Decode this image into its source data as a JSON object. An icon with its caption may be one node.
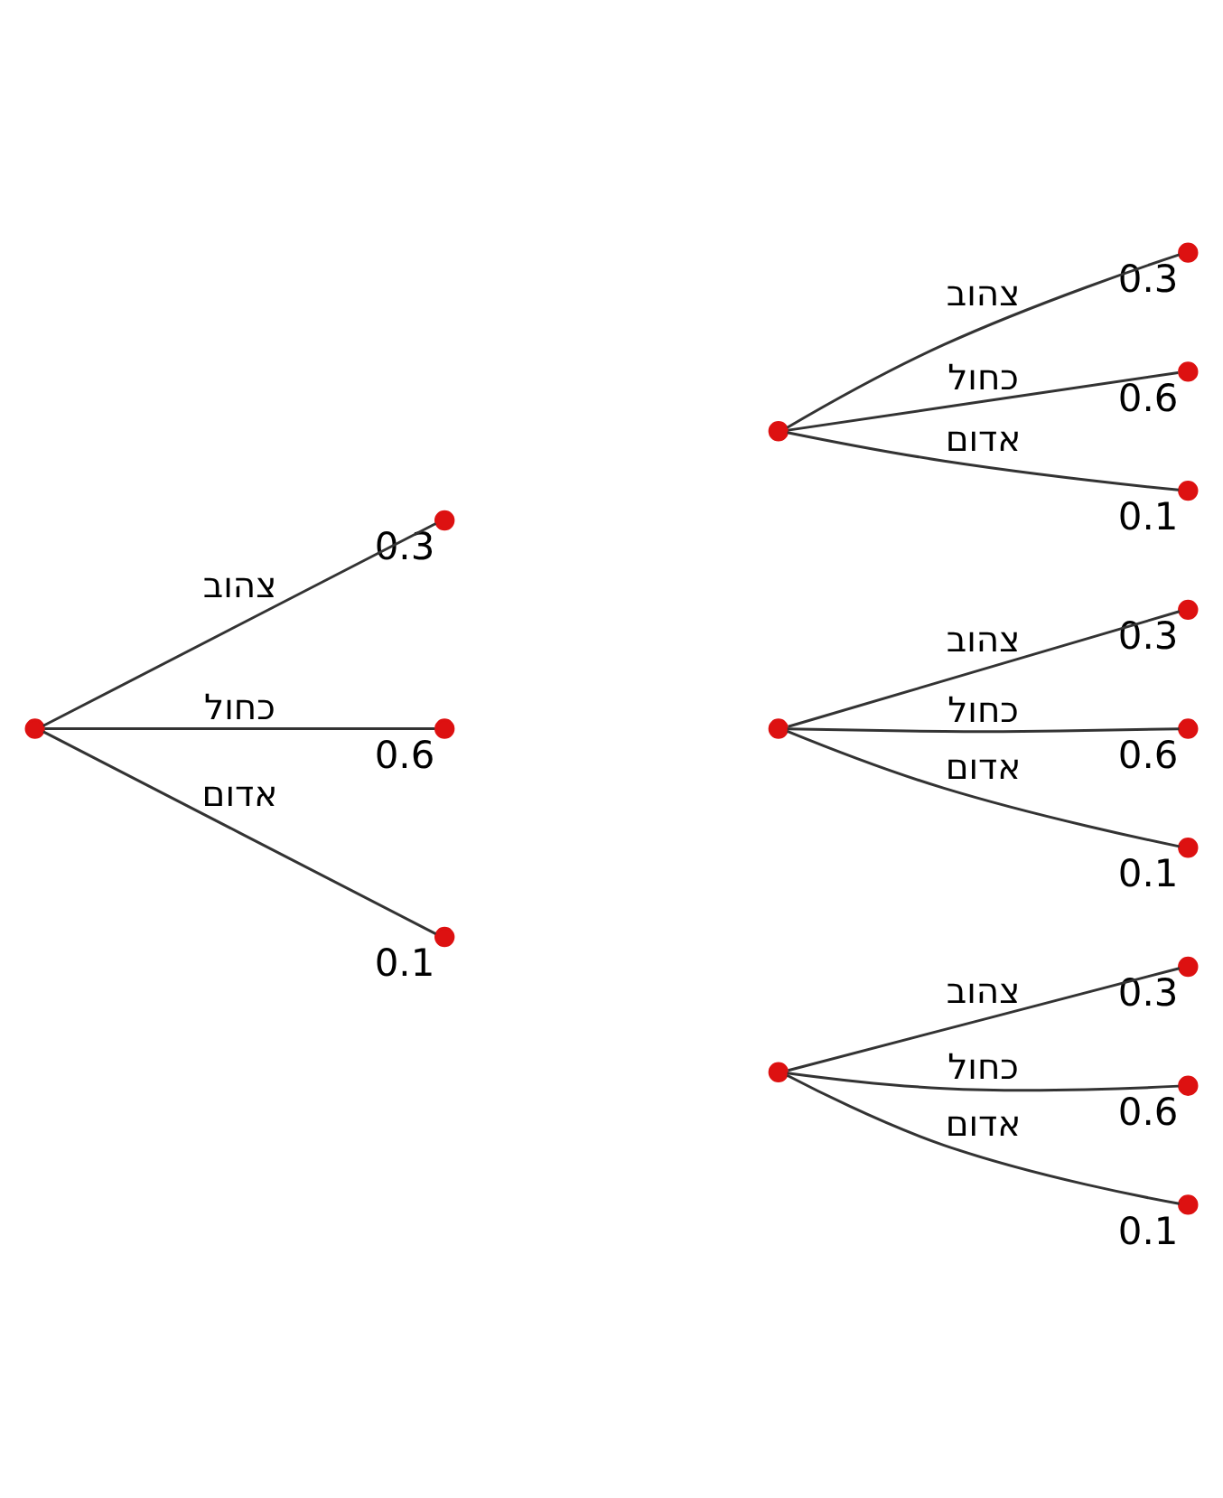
{
  "diagram": {
    "nodes": [
      {
        "text": [],
        "shape": "circle"
      },
      {
        "text": [],
        "shape": "circle",
        "beside": [
          "0.3"
        ]
      },
      {
        "text": [],
        "shape": "circle"
      },
      {
        "text": [],
        "shape": "circle",
        "beside": [
          "0.3"
        ]
      },
      {
        "text": [],
        "shape": "circle",
        "beside": [
          "0.6"
        ]
      },
      {
        "text": [],
        "shape": "circle",
        "beside": [
          "0.1"
        ]
      },
      {
        "text": [],
        "shape": "circle",
        "beside": [
          "0.6"
        ]
      },
      {
        "text": [],
        "shape": "circle"
      },
      {
        "text": [],
        "shape": "circle",
        "beside": [
          "0.3"
        ]
      },
      {
        "text": [],
        "shape": "circle",
        "beside": [
          "0.6"
        ]
      },
      {
        "text": [],
        "shape": "circle",
        "beside": [
          "0.1"
        ]
      },
      {
        "text": [],
        "shape": "circle",
        "beside": [
          "0.1"
        ]
      },
      {
        "text": [],
        "shape": "circle"
      },
      {
        "text": [],
        "shape": "circle",
        "beside": [
          "0.3"
        ]
      },
      {
        "text": [],
        "shape": "circle",
        "beside": [
          "0.6"
        ]
      },
      {
        "text": [],
        "shape": "circle",
        "beside": [
          "0.1"
        ]
      }
    ],
    "edges": [
      {
        "from": 0,
        "to": 1,
        "arrow": "none",
        "label": "צהוב"
      },
      {
        "from": 2,
        "to": 3,
        "arrow": "none",
        "label": "צהוב"
      },
      {
        "from": 2,
        "to": 4,
        "arrow": "none",
        "label": "כחול"
      },
      {
        "from": 2,
        "to": 5,
        "arrow": "none",
        "label": "אדום"
      },
      {
        "from": 0,
        "to": 6,
        "arrow": "none",
        "label": "כחול"
      },
      {
        "from": 7,
        "to": 8,
        "arrow": "none",
        "label": "צהוב"
      },
      {
        "from": 7,
        "to": 9,
        "arrow": "none",
        "label": "כחול"
      },
      {
        "from": 7,
        "to": 10,
        "arrow": "none",
        "label": "אדום"
      },
      {
        "from": 0,
        "to": 11,
        "arrow": "none",
        "label": "אדום"
      },
      {
        "from": 12,
        "to": 13,
        "arrow": "none",
        "label": "צהוב"
      },
      {
        "from": 12,
        "to": 14,
        "arrow": "none",
        "label": "כחול"
      },
      {
        "from": 12,
        "to": 15,
        "arrow": "none",
        "label": "אדום"
      }
    ]
  }
}
